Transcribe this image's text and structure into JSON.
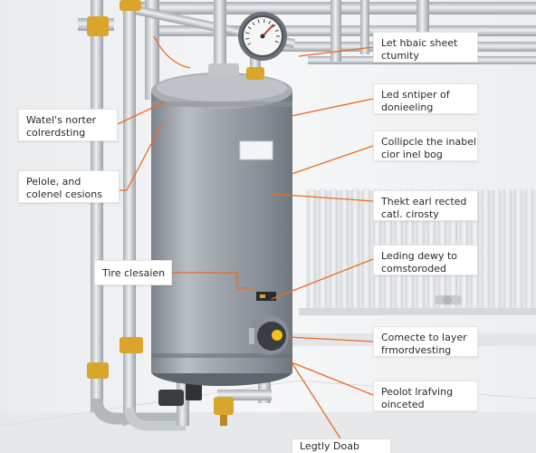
{
  "colors": {
    "leader": "#ef6a1f",
    "tank": "#9ea4ab",
    "pipe": "#c9ced3",
    "brass": "#d9a52b",
    "background": "#f3f4f5"
  },
  "callouts": {
    "top_right_1": {
      "line1": "Let hbaic sheet",
      "line2": "ctumity"
    },
    "top_right_2": {
      "line1": "Led sntiper of",
      "line2": "donieeling"
    },
    "mid_right_1": {
      "line1": "Collipcle the inabel",
      "line2": "cior inel bog"
    },
    "mid_right_2": {
      "line1": "Thekt earl rected",
      "line2": "catl. cirosty"
    },
    "mid_right_3": {
      "line1": "Leding dewy to",
      "line2": "comstoroded"
    },
    "low_right_1": {
      "line1": "Comecte to layer",
      "line2": "frmordvesting"
    },
    "low_right_2": {
      "line1": "Peolot lrafving",
      "line2": "oinceted"
    },
    "bottom": {
      "line1": "Legtly Doab"
    },
    "left_1": {
      "line1": "Watel's norter",
      "line2": "colrerdsting"
    },
    "left_2": {
      "line1": "Pelole, and",
      "line2": "colenel cesions"
    },
    "left_3": {
      "line1": "Tire clesaien"
    }
  },
  "icons": [
    "pressure-gauge-icon",
    "thermostat-label-icon",
    "water-heater-tank-icon",
    "radiator-icon"
  ]
}
